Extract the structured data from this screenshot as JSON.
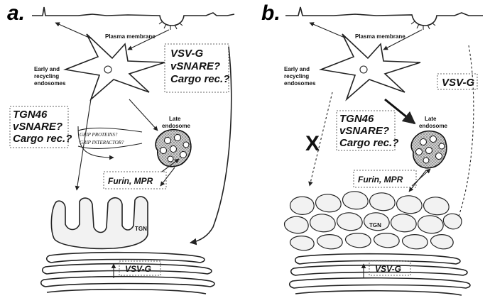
{
  "panel_a": {
    "letter": "a.",
    "plasma_membrane": "Plasma membrane",
    "endosome_label_1": "Early and",
    "endosome_label_2": "recycling",
    "endosome_label_3": "endosomes",
    "late_endosome_1": "Late",
    "late_endosome_2": "endosome",
    "vsvg_box": [
      "VSV-G",
      "vSNARE?",
      "Cargo rec.?"
    ],
    "tgn_box": [
      "TGN46",
      "vSNARE?",
      "Cargo rec.?"
    ],
    "grip_1": "GRIP PROTEINS?",
    "grip_2": "GRIP INTERACTOR?",
    "furin": "Furin, MPR",
    "tgn": "TGN",
    "vsvg_bottom": "VSV-G"
  },
  "panel_b": {
    "letter": "b.",
    "plasma_membrane": "Plasma membrane",
    "endosome_label_1": "Early and",
    "endosome_label_2": "recycling",
    "endosome_label_3": "endosomes",
    "late_endosome_1": "Late",
    "late_endosome_2": "endosome",
    "vsvg_box": "VSV-G",
    "tgn_box": [
      "TGN46",
      "vSNARE?",
      "Cargo rec.?"
    ],
    "x_mark": "X",
    "furin": "Furin, MPR",
    "tgn": "TGN",
    "vsvg_bottom": "VSV-G"
  }
}
